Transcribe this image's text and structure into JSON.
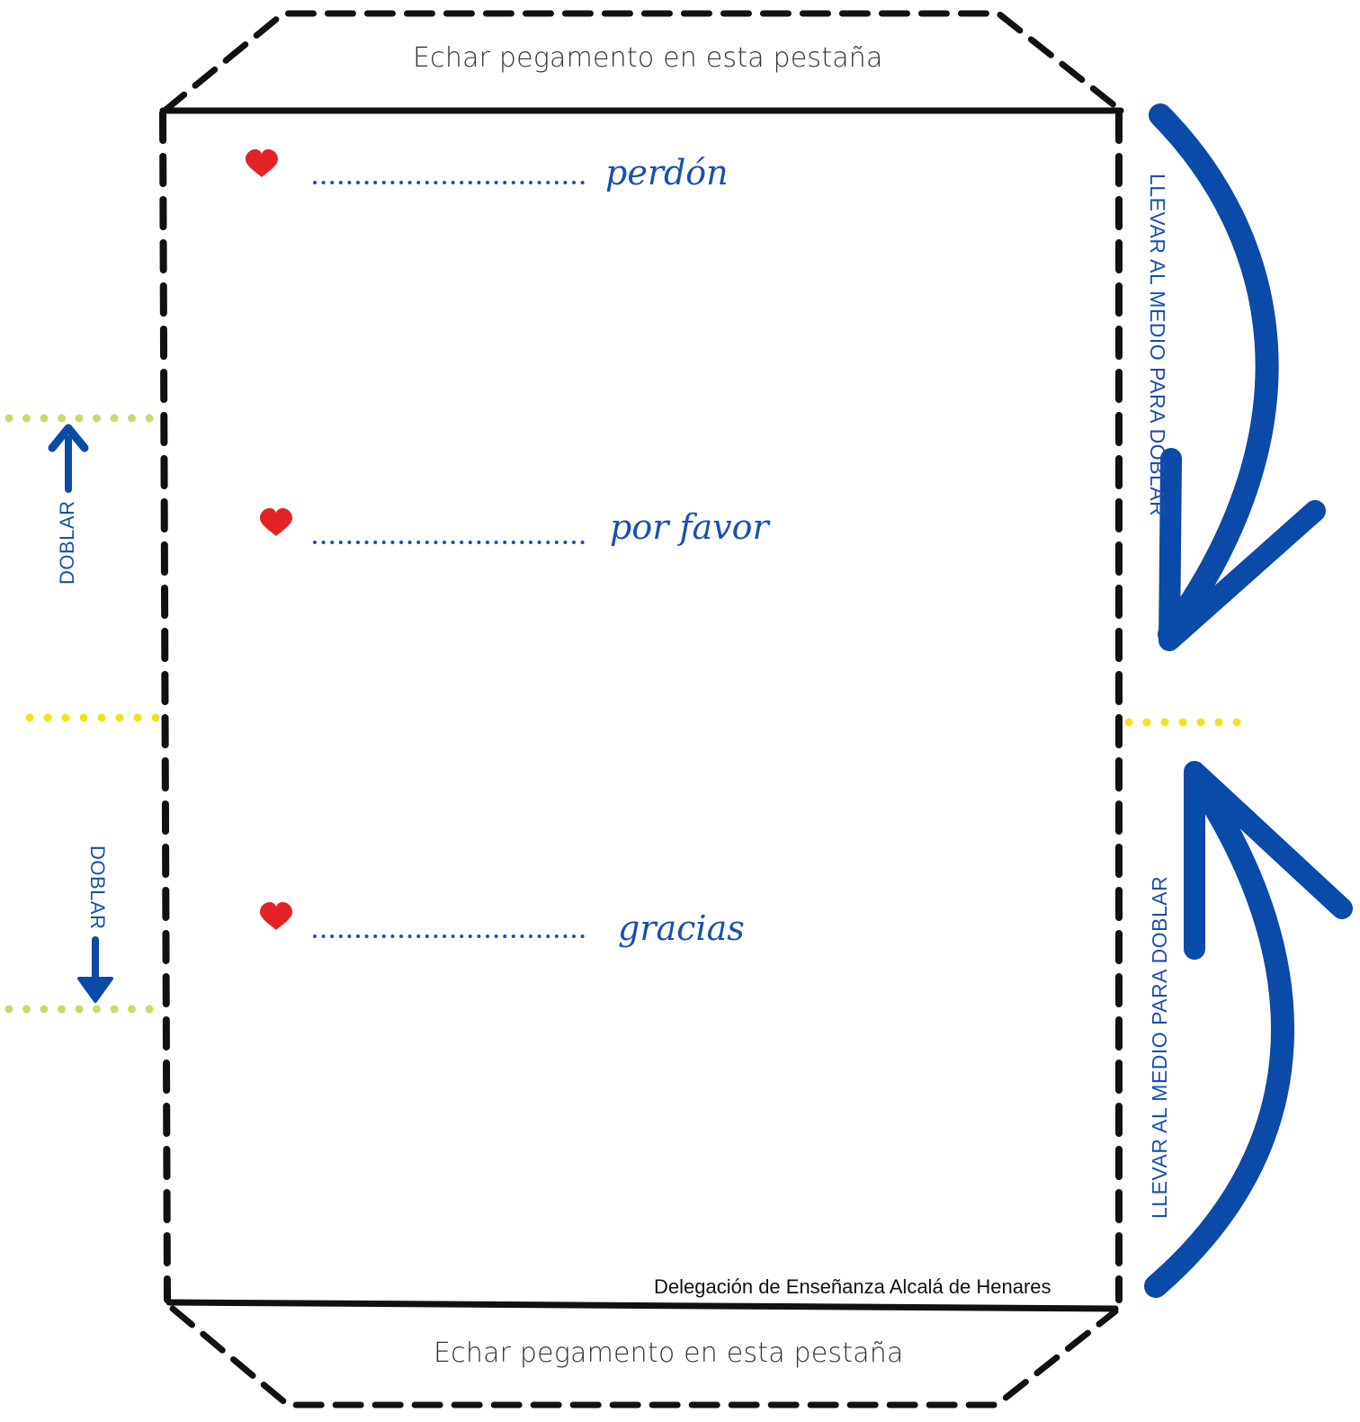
{
  "tabs": {
    "top_label": "Echar pegamento en esta pestaña",
    "bottom_label": "Echar pegamento en esta pestaña"
  },
  "items": [
    {
      "word": "perdón"
    },
    {
      "word": "por favor"
    },
    {
      "word": "gracias"
    }
  ],
  "fold_instructions": {
    "right_top": "LLEVAR AL MEDIO PARA DOBLAR",
    "right_bottom": "LLEVAR AL MEDIO PARA DOBLAR",
    "left_top": "DOBLAR",
    "left_bottom": "DOBLAR"
  },
  "credit": "Delegación de Enseñanza Alcalá de Henares",
  "colors": {
    "ink": "#111111",
    "blue": "#1a4fb0",
    "arrow_blue": "#0a4aa8",
    "heart": "#e32227",
    "green_dots": "#c4dd6a",
    "yellow_dots": "#f2e21a"
  },
  "icons": {
    "heart": "heart-icon",
    "curved_arrow": "curved-arrow-icon",
    "straight_arrow": "straight-arrow-icon"
  }
}
